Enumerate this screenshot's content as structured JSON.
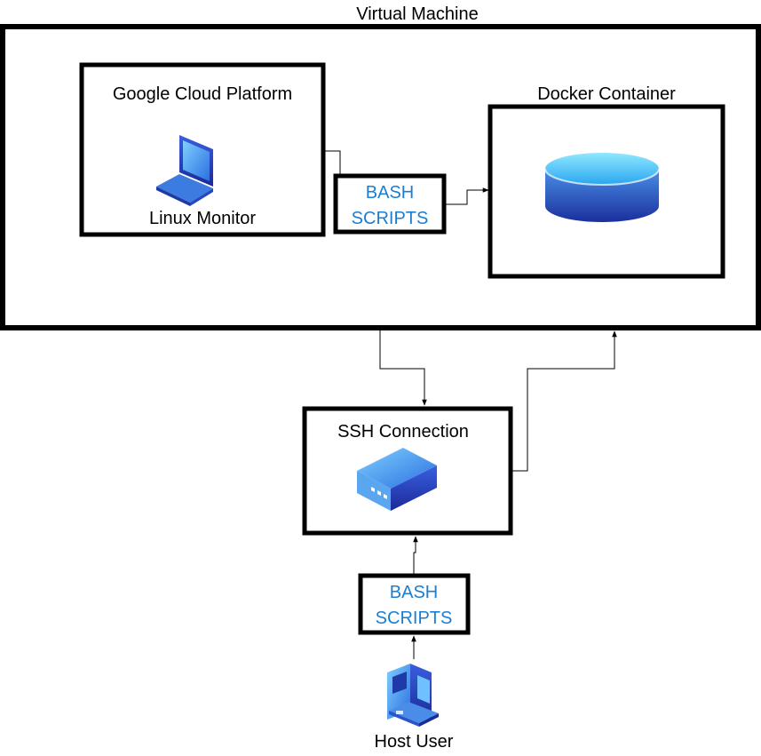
{
  "diagram": {
    "virtual_machine": {
      "label": "Virtual Machine"
    },
    "gcp": {
      "label": "Google Cloud Platform",
      "icon": "laptop-icon",
      "sublabel": "Linux Monitor"
    },
    "bash_scripts_top": {
      "line1": "BASH",
      "line2": "SCRIPTS"
    },
    "docker": {
      "label": "Docker Container",
      "icon": "database-cylinder-icon"
    },
    "ssh": {
      "label": "SSH Connection",
      "icon": "server-box-icon"
    },
    "bash_scripts_bottom": {
      "line1": "BASH",
      "line2": "SCRIPTS"
    },
    "host": {
      "label": "Host User",
      "icon": "workstation-icon"
    },
    "colors": {
      "border": "#000000",
      "script_text": "#1a7fd4",
      "icon_blue": "#1e5bd6"
    }
  }
}
